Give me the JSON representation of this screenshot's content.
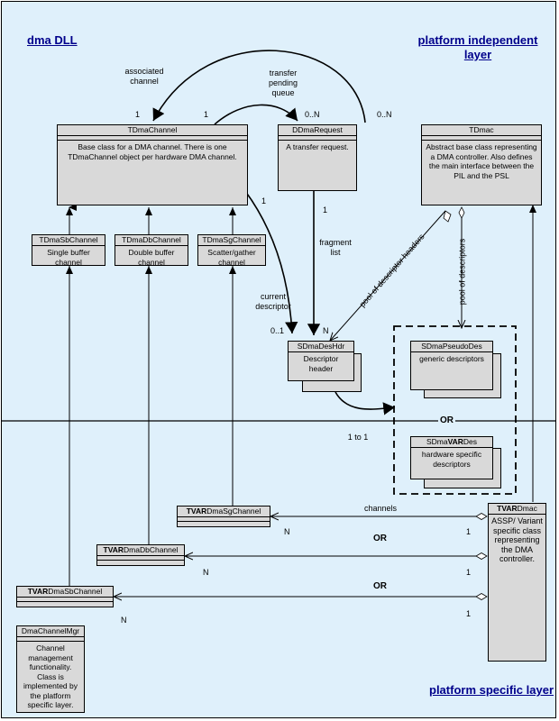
{
  "layers": {
    "top_left": "dma DLL",
    "top_right": "platform  independent layer",
    "bottom_right": "platform  specific layer"
  },
  "classes": {
    "tdmachannel": {
      "name": "TDmaChannel",
      "desc": "Base class for a DMA channel. There is one TDmaChannel object per hardware DMA channel."
    },
    "ddmarequest": {
      "name": "DDmaRequest",
      "desc": "A transfer request."
    },
    "tdmac": {
      "name": "TDmac",
      "desc": "Abstract base class representing a DMA controller. Also defines the main interface between the PIL and the PSL"
    },
    "tdmasbchannel": {
      "name": "TDmaSbChannel",
      "desc": "Single buffer channel"
    },
    "tdmadbchannel": {
      "name": "TDmaDbChannel",
      "desc": "Double buffer channel"
    },
    "tdmasgchannel": {
      "name": "TDmaSgChannel",
      "desc": "Scatter/gather channel"
    },
    "sdmadeshdr": {
      "name": "SDmaDesHdr",
      "desc": "Descriptor header"
    },
    "sdmapseudodes": {
      "name": "SDmaPseudoDes",
      "desc": "generic descriptors"
    },
    "sdmavardes": {
      "prefix": "SDma",
      "bold": "VAR",
      "suffix": "Des",
      "desc": "hardware specific descriptors"
    },
    "tvardmasgchannel": {
      "bold": "TVAR",
      "suffix": "DmaSgChannel"
    },
    "tvardmadbchannel": {
      "bold": "TVAR",
      "suffix": "DmaDbChannel"
    },
    "tvardmasbchannel": {
      "bold": "TVAR",
      "suffix": "DmaSbChannel"
    },
    "tvardmac": {
      "bold": "TVAR",
      "suffix": "Dmac",
      "desc": "ASSP/ Variant specific class representing the DMA controller."
    },
    "dmachannelmgr": {
      "name": "DmaChannelMgr",
      "desc": "Channel management functionality. Class is implemented by the platform specific layer."
    }
  },
  "labels": {
    "associated_channel": "associated channel",
    "transfer_pending_queue": "transfer pending queue",
    "fragment_list": "fragment list",
    "current_descriptor": "current descriptor",
    "pool_hw": "pool of descriptor headers",
    "pool_desc": "pool of descriptors",
    "channels": "channels",
    "or": "OR",
    "one_to_one": "1 to 1"
  },
  "multiplicities": {
    "assoc_1": "1",
    "queue_1": "1",
    "req_0n_a": "0..N",
    "req_0n_b": "0..N",
    "frag_1": "1",
    "frag_n": "N",
    "cur_1": "1",
    "cur_01": "0..1",
    "sg_n": "N",
    "sg_1": "1",
    "db_n": "N",
    "db_1": "1",
    "sb_n": "N",
    "sb_1": "1"
  }
}
